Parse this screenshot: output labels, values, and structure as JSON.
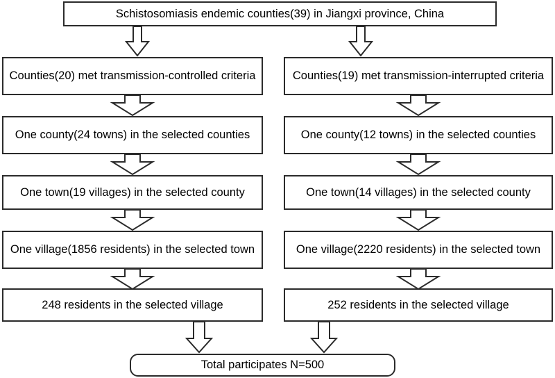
{
  "figure": {
    "type": "flowchart",
    "title_box": {
      "label": "Schistosomiasis endemic counties(39) in Jiangxi province, China"
    },
    "branches": [
      {
        "name": "transmission-controlled",
        "steps": [
          {
            "label": "Counties(20) met transmission-controlled criteria"
          },
          {
            "label": "One county(24 towns) in the selected counties"
          },
          {
            "label": "One town(19 villages) in the selected county"
          },
          {
            "label": "One village(1856 residents) in the selected town"
          },
          {
            "label": "248 residents in the selected village"
          }
        ]
      },
      {
        "name": "transmission-interrupted",
        "steps": [
          {
            "label": "Counties(19) met transmission-interrupted criteria"
          },
          {
            "label": "One county(12 towns) in the selected counties"
          },
          {
            "label": "One town(14 villages) in the selected county"
          },
          {
            "label": "One village(2220 residents) in the selected town"
          },
          {
            "label": "252 residents in the selected village"
          }
        ]
      }
    ],
    "total_box": {
      "label": "Total participates N=500"
    },
    "colors": {
      "outline": "#2b2b2b",
      "fill": "#ffffff",
      "text": "#000000"
    }
  }
}
